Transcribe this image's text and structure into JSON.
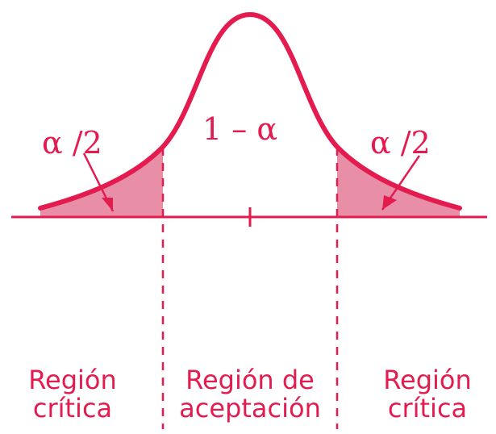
{
  "labels": {
    "left_tail": "α /2",
    "center": "1 – α",
    "right_tail": "α /2"
  },
  "regions": {
    "left_line1": "Región",
    "left_line2": "crítica",
    "center_line1": "Región de",
    "center_line2": "aceptación",
    "right_line1": "Región",
    "right_line2": "crítica"
  },
  "colors": {
    "curve": "#e31b4f",
    "fill": "#e88ea6",
    "axis": "#e31b4f",
    "dashed": "#e31b4f",
    "text": "#e31b4f"
  }
}
